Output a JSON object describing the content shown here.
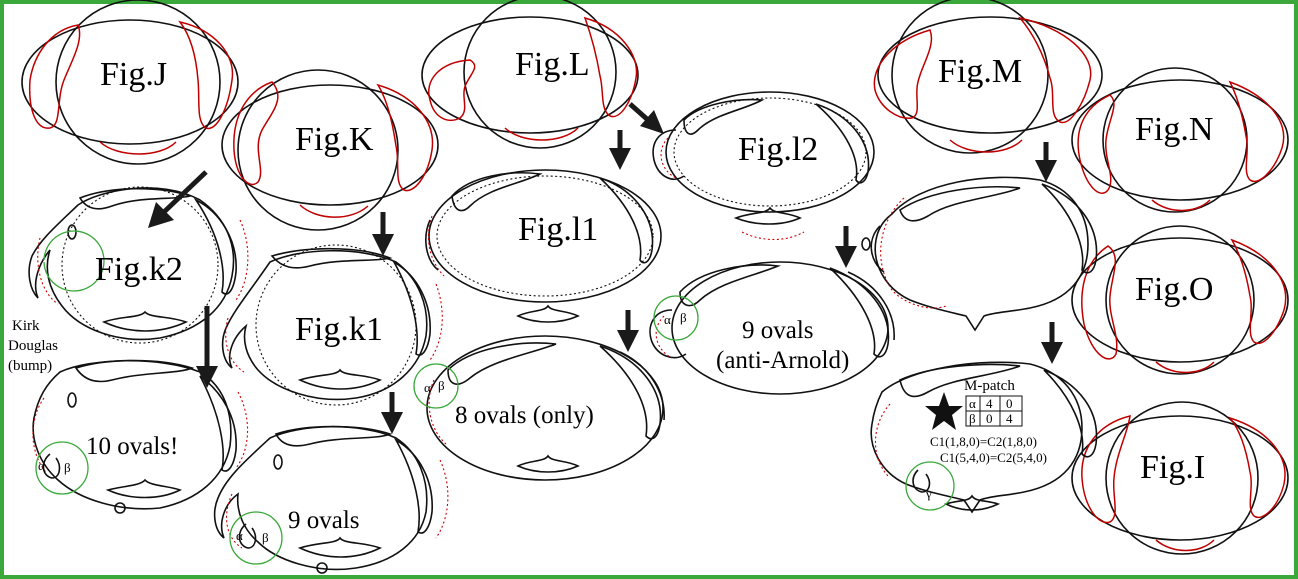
{
  "labels": {
    "fig_j": "Fig.J",
    "fig_k": "Fig.K",
    "fig_l": "Fig.L",
    "fig_m": "Fig.M",
    "fig_n": "Fig.N",
    "fig_o": "Fig.O",
    "fig_i": "Fig.I",
    "fig_k2": "Fig.k2",
    "fig_k1": "Fig.k1",
    "fig_l1": "Fig.l1",
    "fig_l2": "Fig.l2"
  },
  "captions": {
    "kirk_1": "Kirk",
    "kirk_2": "Douglas",
    "kirk_3": "(bump)",
    "ten_ovals": "10 ovals!",
    "nine_ovals_k": "9 ovals",
    "eight_ovals": "8 ovals (only)",
    "nine_ovals_anti_1": "9 ovals",
    "nine_ovals_anti_2": "(anti-Arnold)"
  },
  "mpatch": {
    "title": "M-patch",
    "rows": [
      {
        "head": "α",
        "c1": "4",
        "c2": "0"
      },
      {
        "head": "β",
        "c1": "0",
        "c2": "4"
      }
    ],
    "eq1": "C1(1,8,0)=C2(1,8,0)",
    "eq2": "C1(5,4,0)=C2(5,4,0)"
  },
  "greek": {
    "alpha": "α",
    "beta": "β",
    "gamma": "γ"
  },
  "colors": {
    "frame": "#3aa83a",
    "curve": "#111111",
    "red": "#c00000",
    "circle": "#3aa83a"
  }
}
